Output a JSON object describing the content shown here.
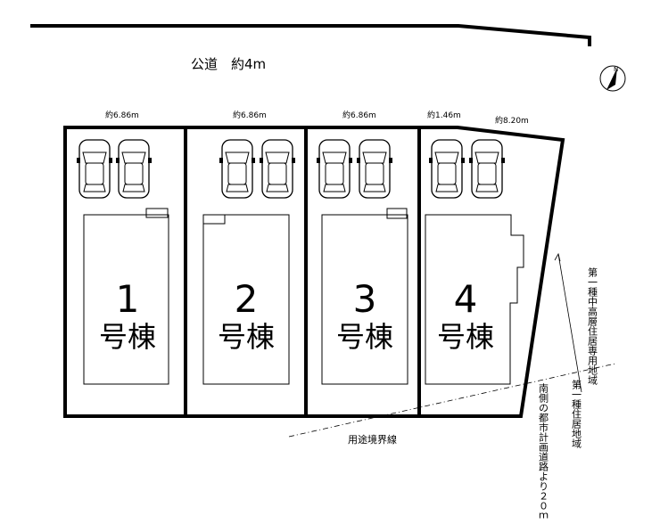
{
  "road": {
    "label": "公道　約4m"
  },
  "north_arrow": {
    "letter": "N",
    "icon": "north-arrow-icon"
  },
  "frontage": [
    "約6.86m",
    "約6.86m",
    "約6.86m",
    "約1.46m",
    "約8.20m"
  ],
  "lots": [
    {
      "number": "1",
      "suffix": "号棟"
    },
    {
      "number": "2",
      "suffix": "号棟"
    },
    {
      "number": "3",
      "suffix": "号棟"
    },
    {
      "number": "4",
      "suffix": "号棟"
    }
  ],
  "zones": {
    "upper": "第一種中高層住居専用地域",
    "lower": "第一種住居地域",
    "boundary_line": "用途境界線",
    "planned_road": "南側の都市計画道路より２０ｍ"
  }
}
